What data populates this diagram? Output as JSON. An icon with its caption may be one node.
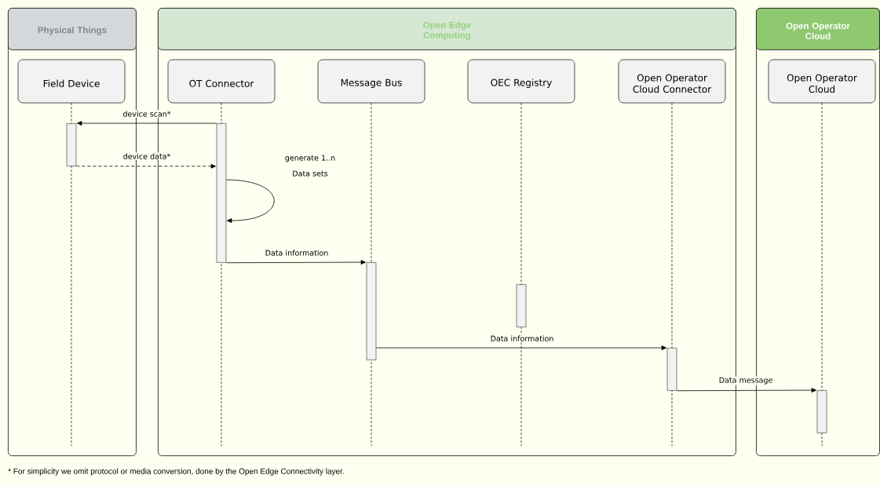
{
  "diagram": {
    "caption": "* For simplicity we omit protocol or media conversion, done by the Open Edge Connectivity layer.",
    "nodes": [
      {
        "text": [
          "Physical Things"
        ]
      },
      {
        "text": [
          "Open Edge Computing"
        ]
      },
      {
        "text": [
          "Open Operator Cloud"
        ]
      },
      {
        "text": [
          "Field Device"
        ],
        "in": 0
      },
      {
        "text": [
          "OT Connector"
        ],
        "in": 1
      },
      {
        "text": [
          "Message Bus"
        ],
        "in": 1
      },
      {
        "text": [
          "OEC Registry"
        ],
        "in": 1
      },
      {
        "text": [
          "Open Operator Cloud Connector"
        ],
        "in": 1
      },
      {
        "text": [
          "Open Operator Cloud"
        ],
        "in": 2
      },
      {
        "text": [],
        "shape": "bar",
        "in": 0
      },
      {
        "text": [],
        "shape": "bar",
        "in": 1
      },
      {
        "text": [],
        "shape": "bar",
        "in": 1
      },
      {
        "text": [],
        "shape": "bar",
        "in": 1
      },
      {
        "text": [],
        "shape": "bar",
        "in": 1
      },
      {
        "text": [],
        "shape": "bar",
        "in": 2
      }
    ],
    "edges": [
      {
        "from": 10,
        "to": 9,
        "arrow": "to",
        "label": "device scan*"
      },
      {
        "from": 9,
        "to": 10,
        "arrow": "to",
        "label": "device data*",
        "style": "dashed"
      },
      {
        "from": 10,
        "to": 10,
        "arrow": "to",
        "label": "generate 1..n Data sets"
      },
      {
        "from": 10,
        "to": 11,
        "arrow": "to",
        "label": "Data information"
      },
      {
        "from": 11,
        "to": 13,
        "arrow": "to",
        "label": "Data information"
      },
      {
        "from": 13,
        "to": 14,
        "arrow": "to",
        "label": "Data message"
      }
    ]
  }
}
